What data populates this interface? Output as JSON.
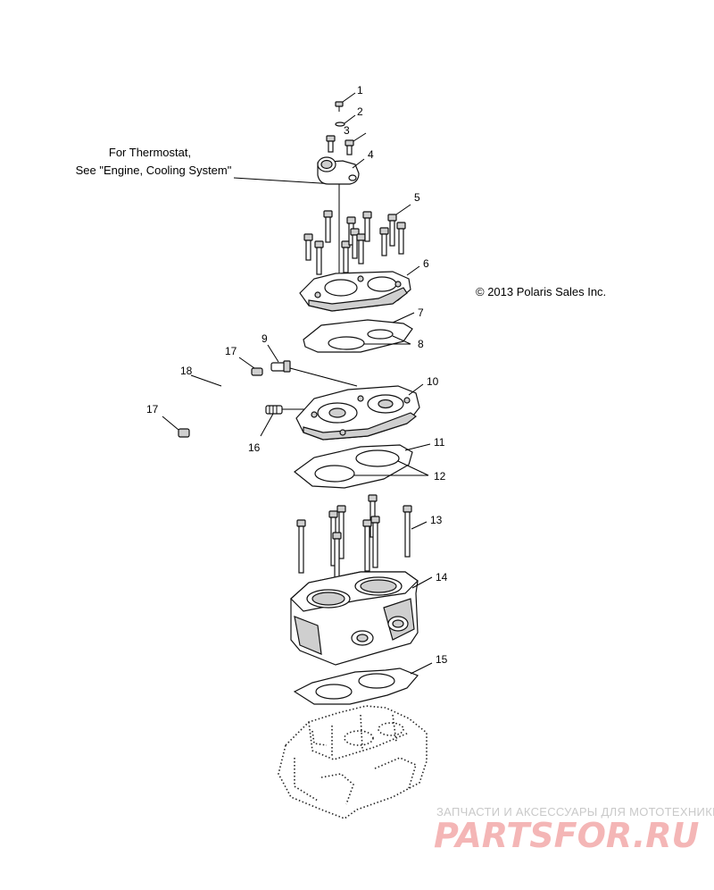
{
  "thermostat_note": {
    "line1": "For Thermostat,",
    "line2": "See \"Engine, Cooling System\""
  },
  "copyright": "© 2013 Polaris Sales Inc.",
  "callouts": {
    "c1": "1",
    "c2": "2",
    "c3": "3",
    "c4": "4",
    "c5": "5",
    "c6": "6",
    "c7": "7",
    "c8": "8",
    "c9": "9",
    "c10": "10",
    "c11": "11",
    "c12": "12",
    "c13": "13",
    "c14": "14",
    "c15": "15",
    "c16": "16",
    "c17a": "17",
    "c17b": "17",
    "c18": "18"
  },
  "watermark": {
    "tagline": "ЗАПЧАСТИ И АКСЕССУАРЫ ДЛЯ МОТОТЕХНИКИ",
    "logo": "PARTSFOR.RU"
  }
}
